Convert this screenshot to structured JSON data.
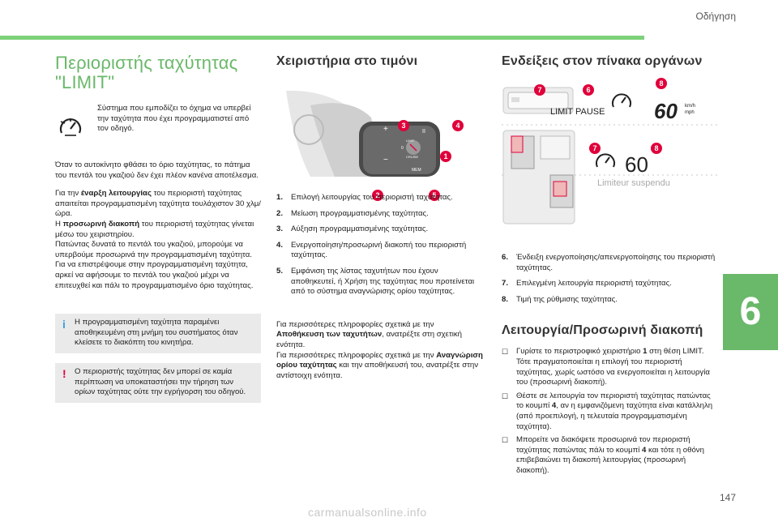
{
  "header": {
    "title": "Οδήγηση"
  },
  "chapter": "6",
  "page_number": "147",
  "watermark": "carmanualsonline.info",
  "col1": {
    "title_line1": "Περιοριστής ταχύτητας",
    "title_line2": "\"LIMIT\"",
    "intro": "Σύστημα που εμποδίζει το όχημα να υπερβεί την ταχύτητα που έχει προγραμματιστεί από τον οδηγό.",
    "p1": "Όταν το αυτοκίνητο φθάσει το όριο ταχύτητας, το πάτημα του πεντάλ του γκαζιού δεν έχει πλέον κανένα αποτέλεσμα.",
    "p2_pre": "Για την ",
    "p2_bold": "έναρξη λειτουργίας",
    "p2_post": " του περιοριστή ταχύτητας απαιτείται προγραμματισμένη ταχύτητα τουλάχιστον 30 χλμ/ώρα.",
    "p3_pre": "Η ",
    "p3_bold": "προσωρινή διακοπή",
    "p3_post": " του περιοριστή ταχύτητας γίνεται μέσω του χειριστηρίου.",
    "p4": "Πατώντας δυνατά το πεντάλ του γκαζιού, μπορούμε να υπερβούμε προσωρινά την προγραμματισμένη ταχύτητα.",
    "p5": "Για να επιστρέψουμε στην προγραμματισμένη ταχύτητα, αρκεί να αφήσουμε το πεντάλ του γκαζιού μέχρι να επιτευχθεί και πάλι το προγραμματισμένο όριο ταχύτητας.",
    "note_info": "Η προγραμματισμένη ταχύτητα παραμένει αποθηκευμένη στη μνήμη του συστήματος όταν κλείσετε το διακόπτη του κινητήρα.",
    "note_warn": "Ο περιοριστής ταχύτητας δεν μπορεί σε καμία περίπτωση να υποκαταστήσει την τήρηση των ορίων ταχύτητας ούτε την εγρήγορση του οδηγού."
  },
  "col2": {
    "title": "Χειριστήρια στο τιμόνι",
    "wheel_labels": {
      "limit": "LIMIT",
      "cruise": "CRUISE",
      "mem": "MEM",
      "zero": "0"
    },
    "items": [
      {
        "n": "1.",
        "text": "Επιλογή λειτουργίας του περιοριστή ταχύτητας."
      },
      {
        "n": "2.",
        "text": "Μείωση προγραμματισμένης ταχύτητας."
      },
      {
        "n": "3.",
        "text": "Αύξηση προγραμματισμένης ταχύτητας."
      },
      {
        "n": "4.",
        "text": "Ενεργοποίηση/προσωρινή διακοπή του περιοριστή ταχύτητας."
      },
      {
        "n": "5.",
        "text": "Εμφάνιση της λίστας ταχυτήτων που έχουν αποθηκευτεί, ή Χρήση της ταχύτητας που προτείνεται από το σύστημα αναγνώρισης ορίου ταχύτητας."
      }
    ],
    "more1_pre": "Για περισσότερες πληροφορίες σχετικά με την ",
    "more1_bold": "Αποθήκευση των ταχυτήτων",
    "more1_post": ", ανατρέξτε στη σχετική ενότητα.",
    "more2_pre": "Για περισσότερες πληροφορίες σχετικά με την ",
    "more2_bold": "Αναγνώριση ορίου ταχύτητας",
    "more2_post": " και την αποθήκευσή του, ανατρέξτε στην αντίστοιχη ενότητα."
  },
  "col3": {
    "title": "Ενδείξεις στον πίνακα οργάνων",
    "display": {
      "limit_pause": "LIMIT PAUSE",
      "speed_big": "60",
      "unit_kmh": "km/h",
      "unit_mph": "mph",
      "speed_small": "60",
      "suspend": "Limiteur suspendu"
    },
    "items": [
      {
        "n": "6.",
        "text": "Ένδειξη ενεργοποίησης/απενεργοποίησης του περιοριστή ταχύτητας."
      },
      {
        "n": "7.",
        "text": "Επιλεγμένη λειτουργία περιοριστή ταχύτητας."
      },
      {
        "n": "8.",
        "text": "Τιμή της ρύθμισης ταχύτητας."
      }
    ],
    "title2": "Λειτουργία/Προσωρινή διακοπή",
    "b1_pre": "Γυρίστε το περιστροφικό χειριστήριο ",
    "b1_bold": "1",
    "b1_post": " στη θέση LIMIT. Τότε πραγματοποιείται η επιλογή του περιοριστή ταχύτητας, χωρίς ωστόσο να ενεργοποιείται η λειτουργία του (προσωρινή διακοπή).",
    "b2_pre": "Θέστε σε λειτουργία τον περιοριστή ταχύτητας πατώντας το κουμπί ",
    "b2_bold": "4",
    "b2_post": ", αν η εμφανιζόμενη ταχύτητα είναι κατάλληλη (από προεπιλογή, η τελευταία προγραμματισμένη ταχύτητα).",
    "b3_pre": "Μπορείτε να διακόψετε προσωρινά τον περιοριστή ταχύτητας πατώντας πάλι το κουμπί ",
    "b3_bold": "4",
    "b3_post": " και τότε η οθόνη επιβεβαιώνει τη διακοπή λειτουργίας (προσωρινή διακοπή)."
  }
}
